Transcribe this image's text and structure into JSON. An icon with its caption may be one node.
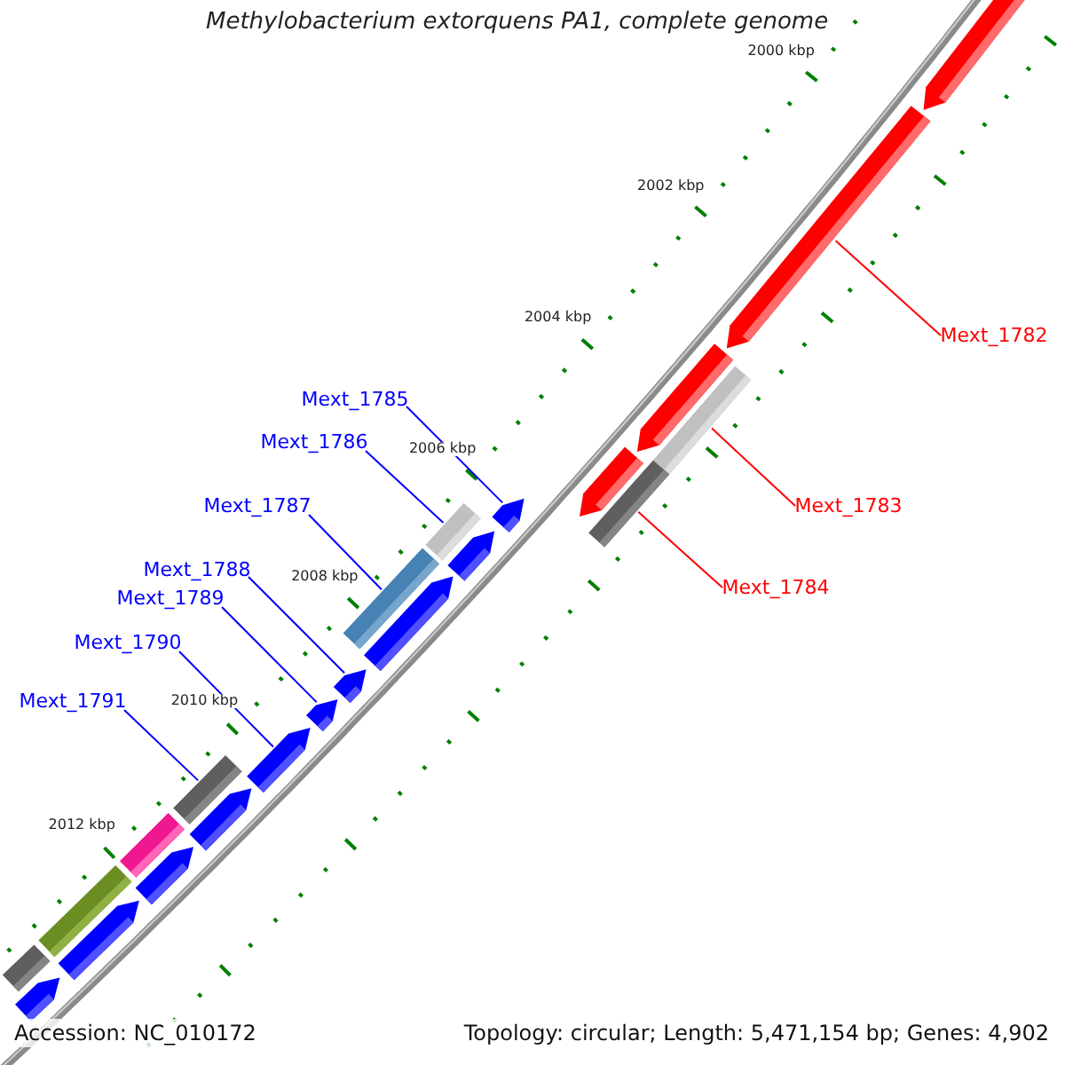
{
  "diagram": {
    "title": "Methylobacterium extorquens PA1, complete genome",
    "nodes": [
      {
        "text": [
          "Mext_1782"
        ]
      },
      {
        "text": [
          "Mext_1783"
        ]
      },
      {
        "text": [
          "Mext_1784"
        ]
      },
      {
        "text": [
          "Mext_1785"
        ]
      },
      {
        "text": [
          "Mext_1786"
        ]
      },
      {
        "text": [
          "Mext_1787"
        ]
      },
      {
        "text": [
          "Mext_1788"
        ]
      },
      {
        "text": [
          "Mext_1789"
        ]
      },
      {
        "text": [
          "Mext_1790"
        ]
      },
      {
        "text": [
          "Mext_1791"
        ]
      },
      {
        "text": [],
        "shape": "arrow"
      },
      {
        "text": [],
        "shape": "arrow"
      },
      {
        "text": [],
        "shape": "arrow"
      },
      {
        "text": [],
        "shape": "bar"
      },
      {
        "text": [],
        "shape": "arrow"
      },
      {
        "text": [],
        "shape": "bar"
      },
      {
        "text": [],
        "shape": "arrow"
      },
      {
        "text": [],
        "shape": "arrow"
      },
      {
        "text": [],
        "shape": "bar"
      },
      {
        "text": [],
        "shape": "arrow"
      },
      {
        "text": [],
        "shape": "bar"
      },
      {
        "text": [],
        "shape": "arrow"
      },
      {
        "text": [],
        "shape": "arrow"
      },
      {
        "text": [],
        "shape": "arrow"
      },
      {
        "text": [],
        "shape": "bar"
      },
      {
        "text": [],
        "shape": "arrow"
      },
      {
        "text": [],
        "shape": "bar"
      },
      {
        "text": [],
        "shape": "arrow"
      },
      {
        "text": [],
        "shape": "bar"
      },
      {
        "text": [],
        "shape": "arrow"
      },
      {
        "text": [],
        "shape": "bar"
      },
      {
        "text": [],
        "shape": "arrow"
      }
    ],
    "edges": [
      {
        "from": 0,
        "to": 11,
        "arrow": "none",
        "color": "#ff0000"
      },
      {
        "from": 1,
        "to": 13,
        "arrow": "none",
        "color": "#ff0000"
      },
      {
        "from": 2,
        "to": 15,
        "arrow": "none",
        "color": "#ff0000"
      },
      {
        "from": 3,
        "to": 16,
        "arrow": "none"
      },
      {
        "from": 4,
        "to": 18,
        "arrow": "none"
      },
      {
        "from": 5,
        "to": 20,
        "arrow": "none"
      },
      {
        "from": 6,
        "to": 21,
        "arrow": "none"
      },
      {
        "from": 7,
        "to": 22,
        "arrow": "none"
      },
      {
        "from": 8,
        "to": 23,
        "arrow": "none"
      },
      {
        "from": 9,
        "to": 24,
        "arrow": "none"
      }
    ],
    "labels": [
      "2000 kbp",
      "2002 kbp",
      "2004 kbp",
      "2006 kbp",
      "2008 kbp",
      "2010 kbp",
      "2012 kbp",
      "Accession: NC_010172",
      "Topology: circular; Length: 5,471,154 bp; Genes: 4,902"
    ]
  }
}
